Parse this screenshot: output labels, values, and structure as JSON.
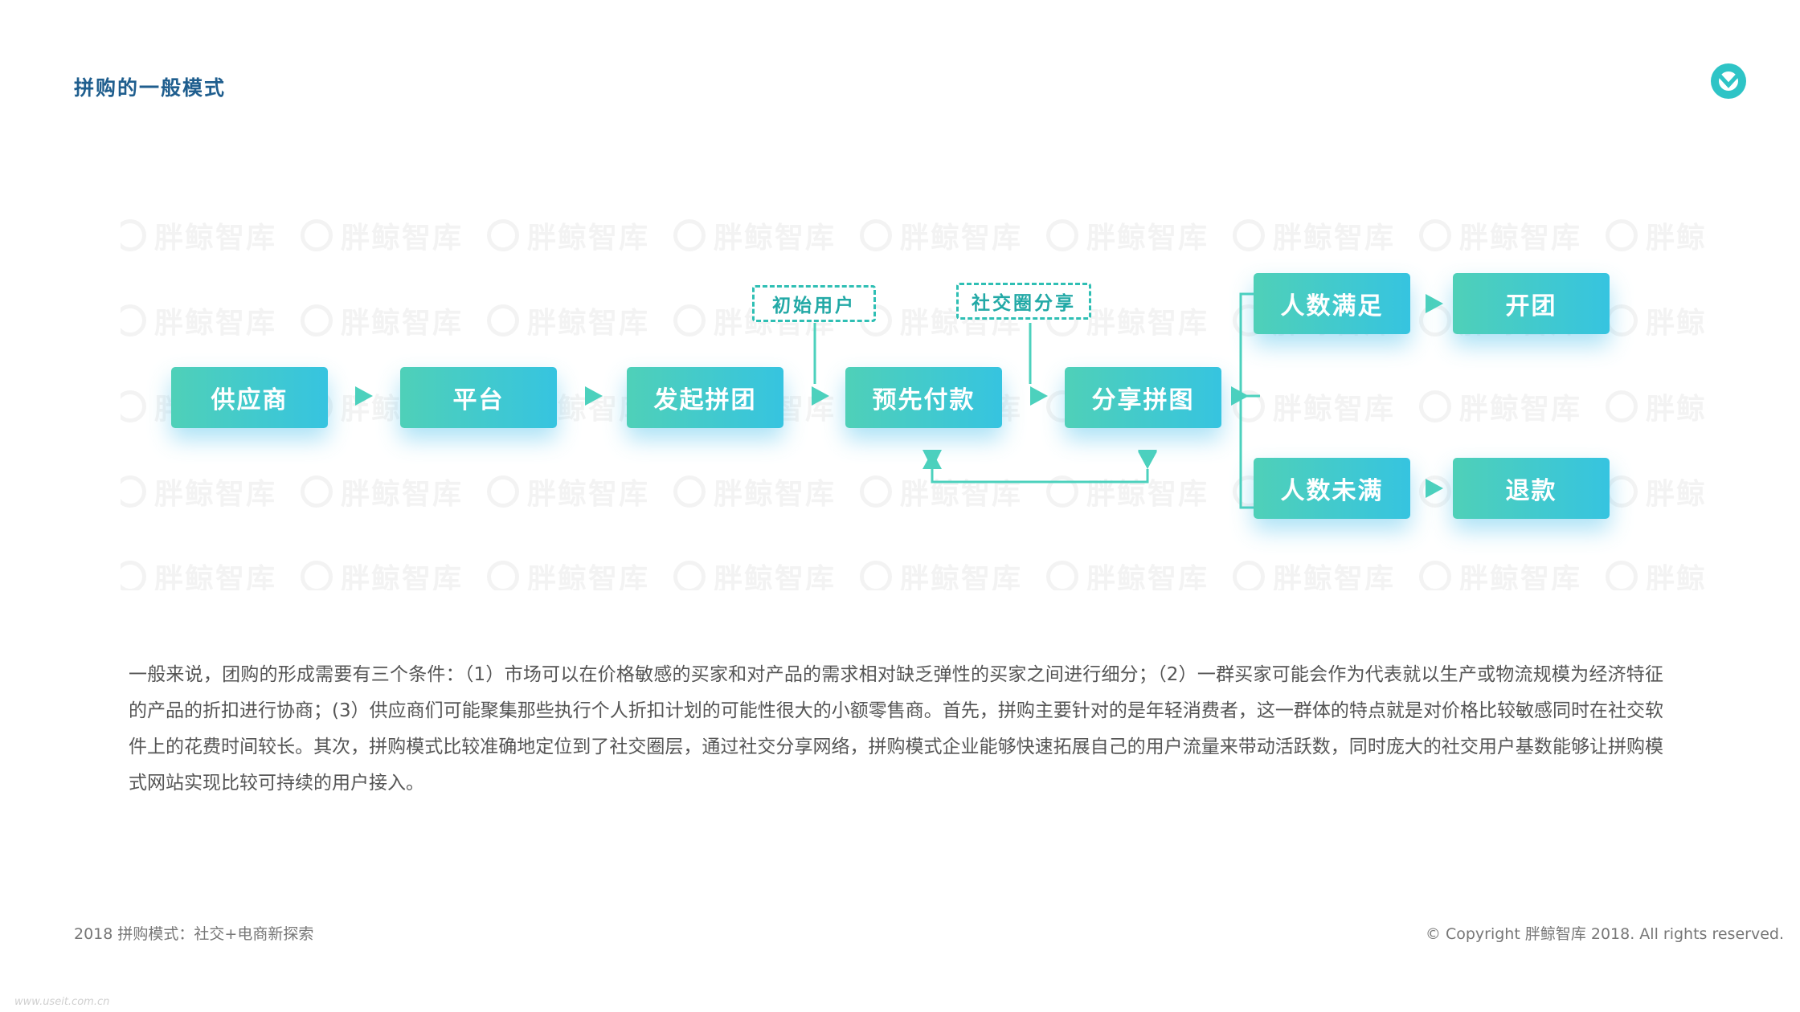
{
  "header": {
    "title": "拼购的一般模式"
  },
  "watermark": {
    "text": "胖鲸智库"
  },
  "diagram": {
    "nodes": {
      "supplier": "供应商",
      "platform": "平台",
      "launch_group": "发起拼团",
      "prepay": "预先付款",
      "share_group": "分享拼图",
      "enough": "人数满足",
      "open_group": "开团",
      "not_enough": "人数未满",
      "refund": "退款"
    },
    "tags": {
      "initial_user": "初始用户",
      "social_share": "社交圈分享"
    }
  },
  "body": {
    "paragraph": "一般来说，团购的形成需要有三个条件：（1）市场可以在价格敏感的买家和对产品的需求相对缺乏弹性的买家之间进行细分；（2）一群买家可能会作为代表就以生产或物流规模为经济特征的产品的折扣进行协商；(3）供应商们可能聚集那些执行个人折扣计划的可能性很大的小额零售商。首先，拼购主要针对的是年轻消费者，这一群体的特点就是对价格比较敏感同时在社交软件上的花费时间较长。其次，拼购模式比较准确地定位到了社交圈层，通过社交分享网络，拼购模式企业能够快速拓展自己的用户流量来带动活跃数，同时庞大的社交用户基数能够让拼购模式网站实现比较可持续的用户接入。"
  },
  "footer": {
    "left": "2018 拼购模式：社交+电商新探索",
    "right": "© Copyright 胖鲸智库 2018. All rights reserved.",
    "site": "www.useit.com.cn"
  },
  "colors": {
    "title": "#1f5e8e",
    "node_gradient_start": "#4fd0b8",
    "node_gradient_end": "#36c4e0",
    "connector": "#4cd1bd",
    "tag_border": "#2fbfb4"
  }
}
